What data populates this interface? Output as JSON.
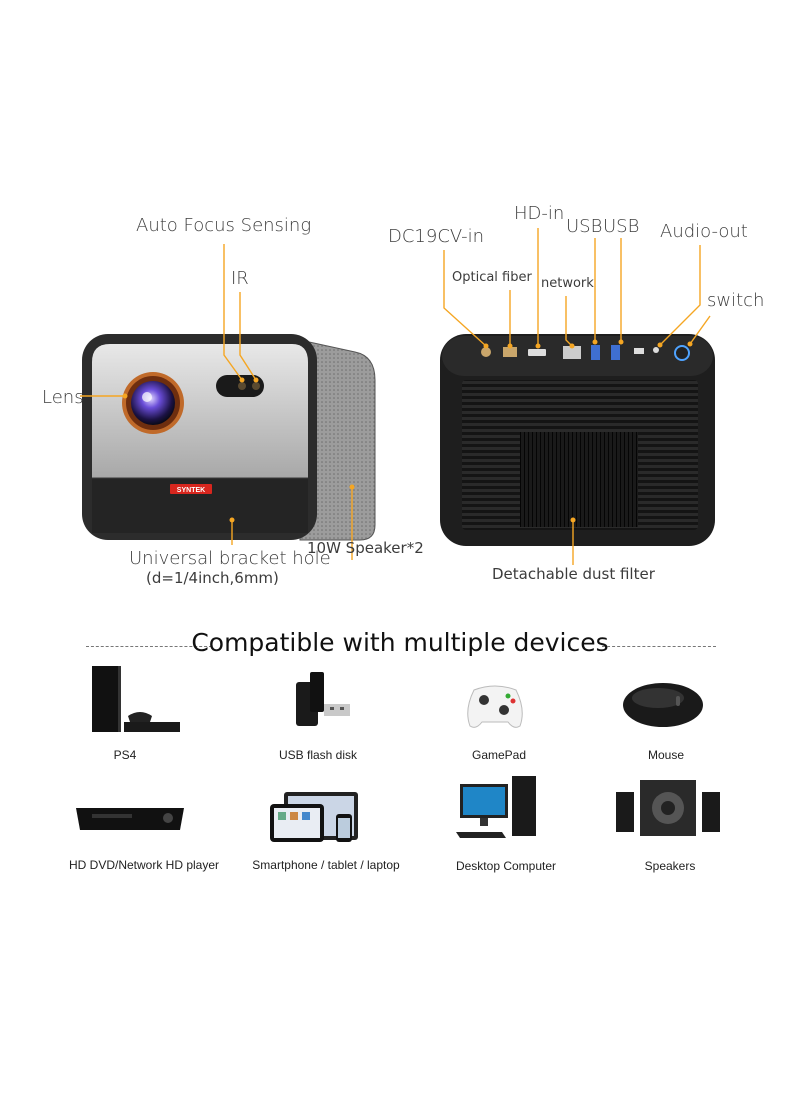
{
  "projector_front": {
    "brand": "SYNTEK",
    "labels": {
      "auto_focus": "Auto Focus Sensing",
      "ir": "IR",
      "lens": "Lens",
      "bracket_line1": "Universal bracket hole",
      "bracket_line2": "(d=1/4inch,6mm)",
      "speaker": "10W Speaker*2"
    }
  },
  "projector_back": {
    "labels": {
      "hd_in": "HD-in",
      "dc_in": "DC19CV-in",
      "usb1": "USB",
      "usb2": "USB",
      "audio_out": "Audio-out",
      "optical": "Optical fiber",
      "network": "network",
      "switch": "switch",
      "dust_filter": "Detachable dust filter"
    }
  },
  "compatible": {
    "heading": "Compatible with multiple devices",
    "devices": [
      {
        "name": "PS4",
        "icon": "ps4-console-icon"
      },
      {
        "name": "USB flash disk",
        "icon": "usb-flash-icon"
      },
      {
        "name": "GamePad",
        "icon": "gamepad-icon"
      },
      {
        "name": "Mouse",
        "icon": "mouse-icon"
      },
      {
        "name": "HD DVD/Network HD player",
        "icon": "dvd-player-icon"
      },
      {
        "name": "Smartphone / tablet / laptop",
        "icon": "devices-icon"
      },
      {
        "name": "Desktop Computer",
        "icon": "desktop-computer-icon"
      },
      {
        "name": "Speakers",
        "icon": "speakers-icon"
      }
    ]
  },
  "colors": {
    "callout": "#f5a623",
    "body_dark": "#2b2b2b",
    "panel_silver": "#b9b9b9"
  }
}
